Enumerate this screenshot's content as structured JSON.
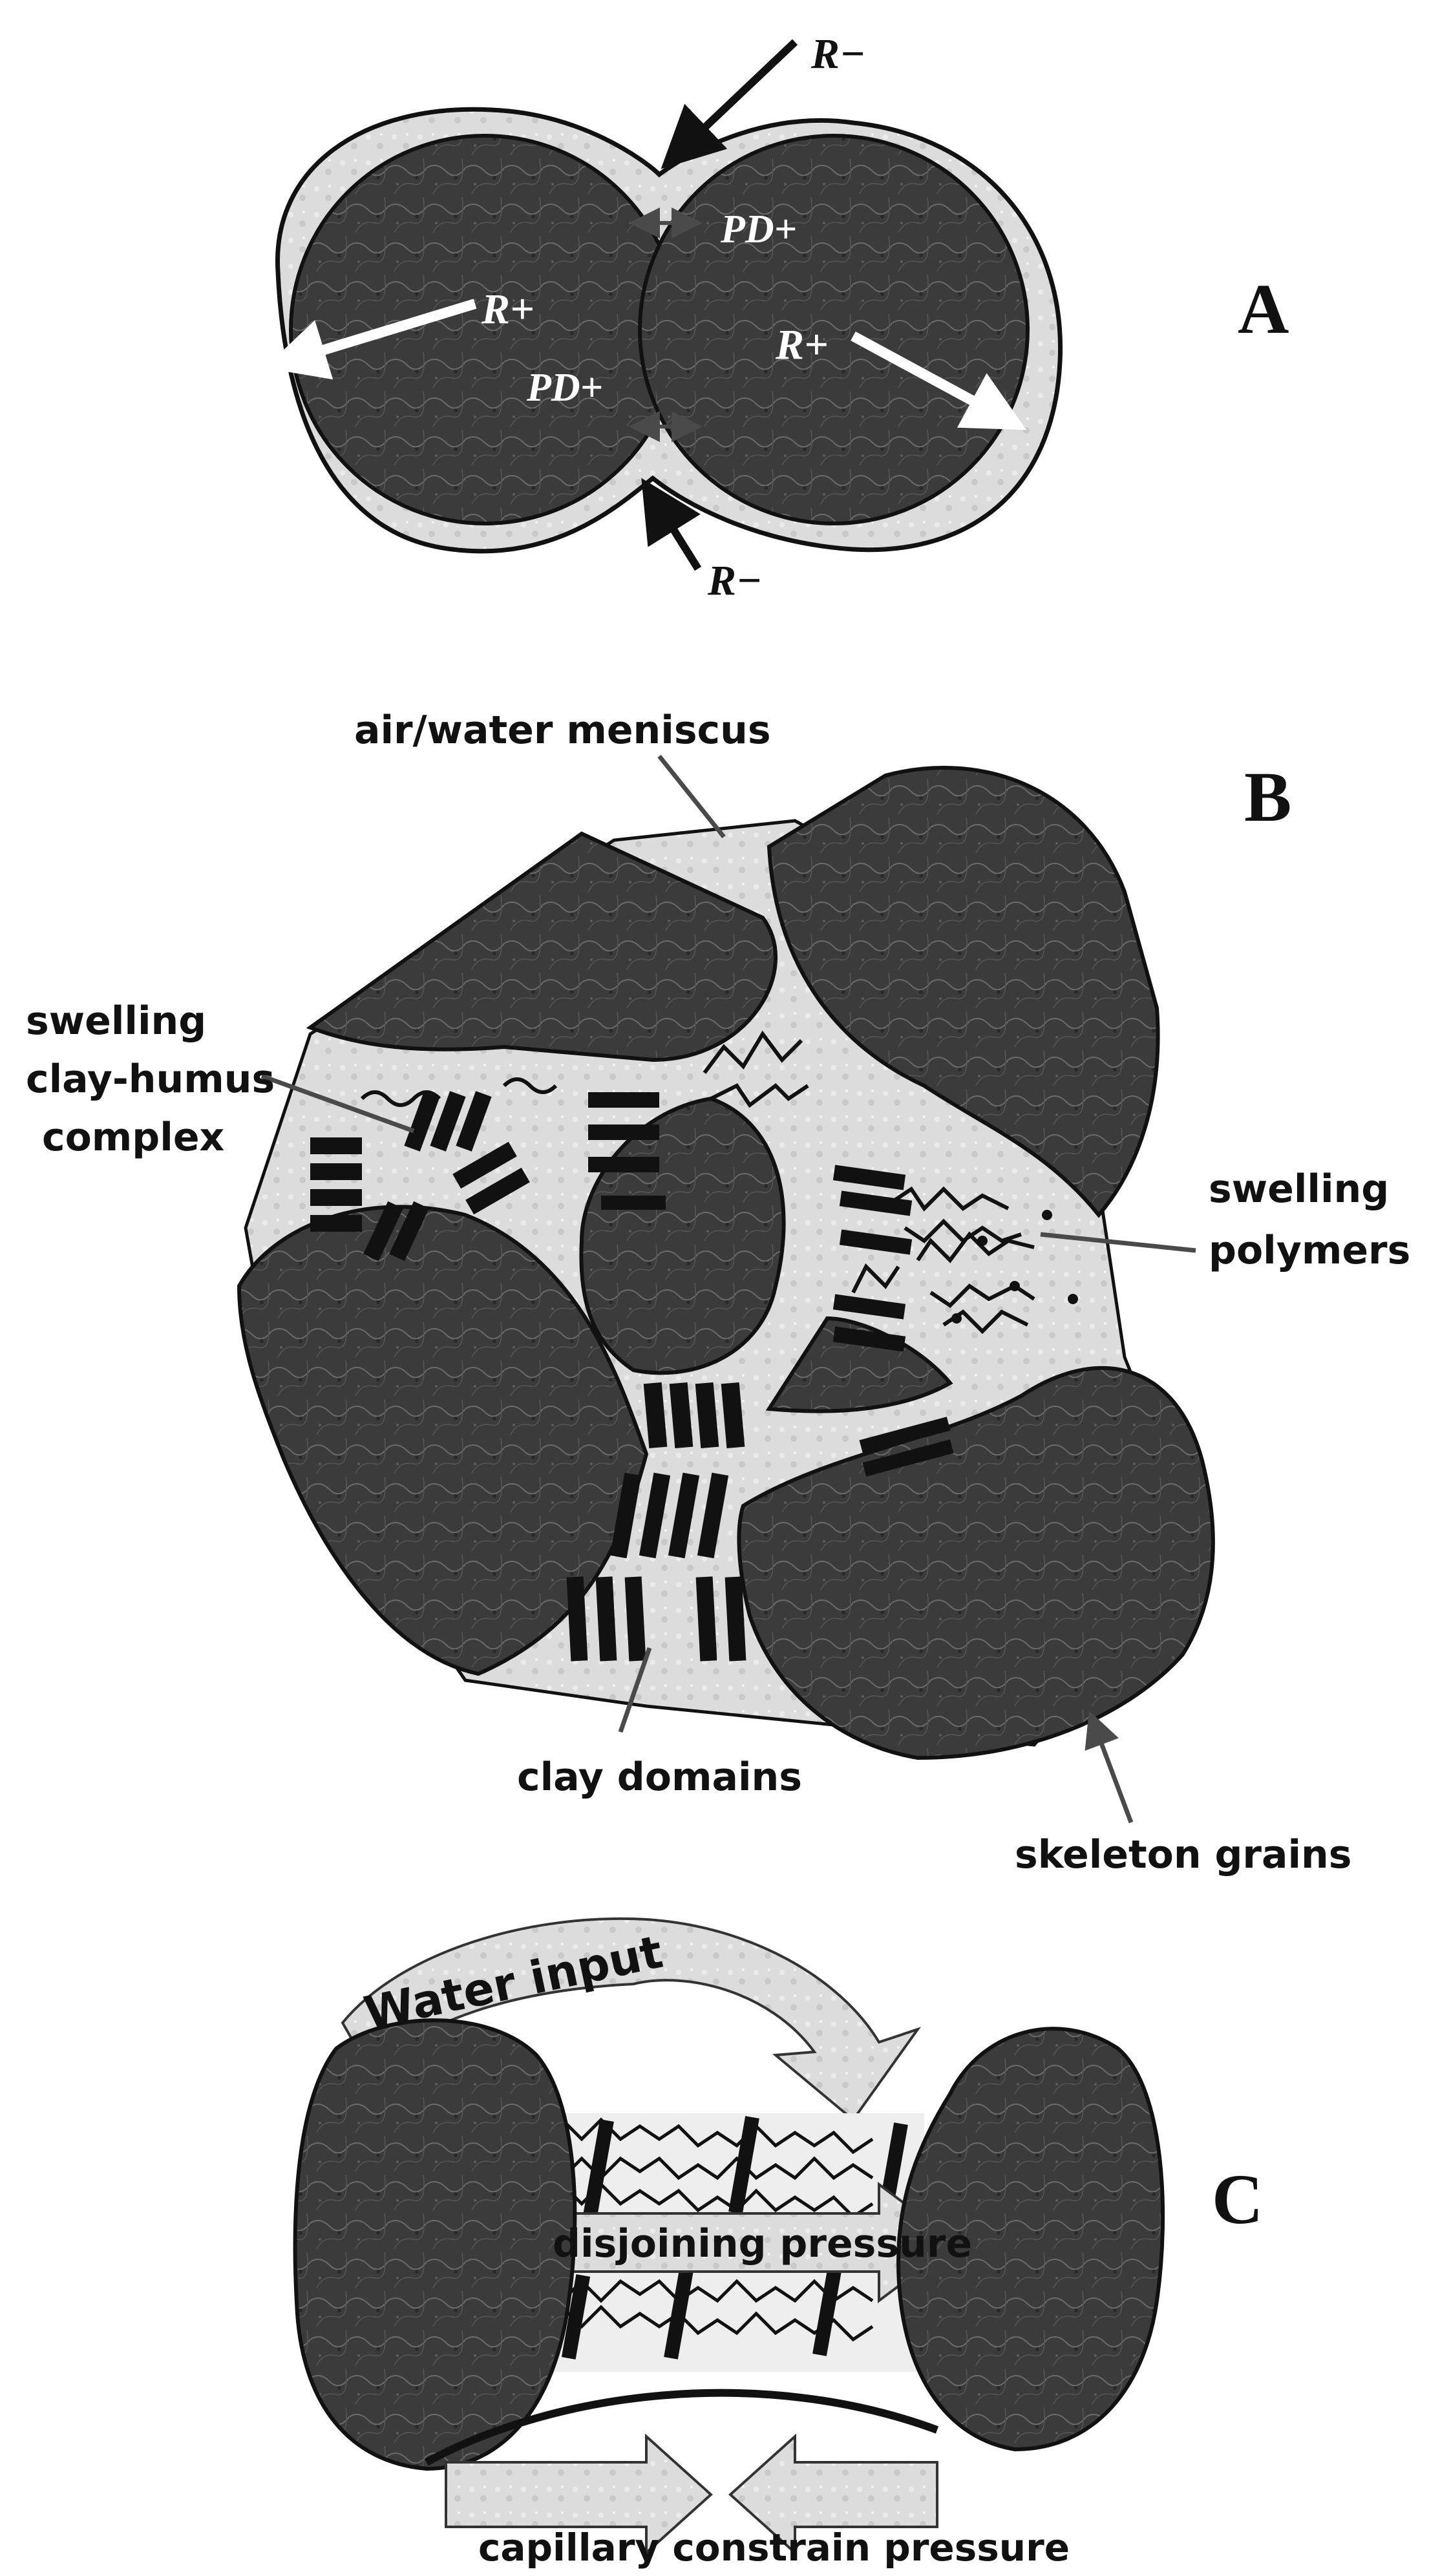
{
  "panel_a": {
    "letter": "A",
    "r_minus_top": "R−",
    "r_minus_bottom": "R−",
    "r_plus_left": "R+",
    "r_plus_right": "R+",
    "pd_plus_top": "PD+",
    "pd_plus_bottom": "PD+"
  },
  "panel_b": {
    "letter": "B",
    "air_water_meniscus": "air/water meniscus",
    "swelling_clay_humus_line1": "swelling",
    "swelling_clay_humus_line2": "clay-humus",
    "swelling_clay_humus_line3": "complex",
    "swelling_polymers_line1": "swelling",
    "swelling_polymers_line2": "polymers",
    "clay_domains": "clay domains",
    "skeleton_grains": "skeleton grains"
  },
  "panel_c": {
    "letter": "C",
    "water_input": "Water input",
    "disjoining_pressure": "disjoining pressure",
    "capillary_constrain_pressure": "capillary constrain pressure"
  },
  "colors": {
    "grain_fill": "#3a3a3a",
    "water_fill": "#d9d9d9",
    "outline": "#111111",
    "arrow_gray": "#4a4a4a"
  }
}
